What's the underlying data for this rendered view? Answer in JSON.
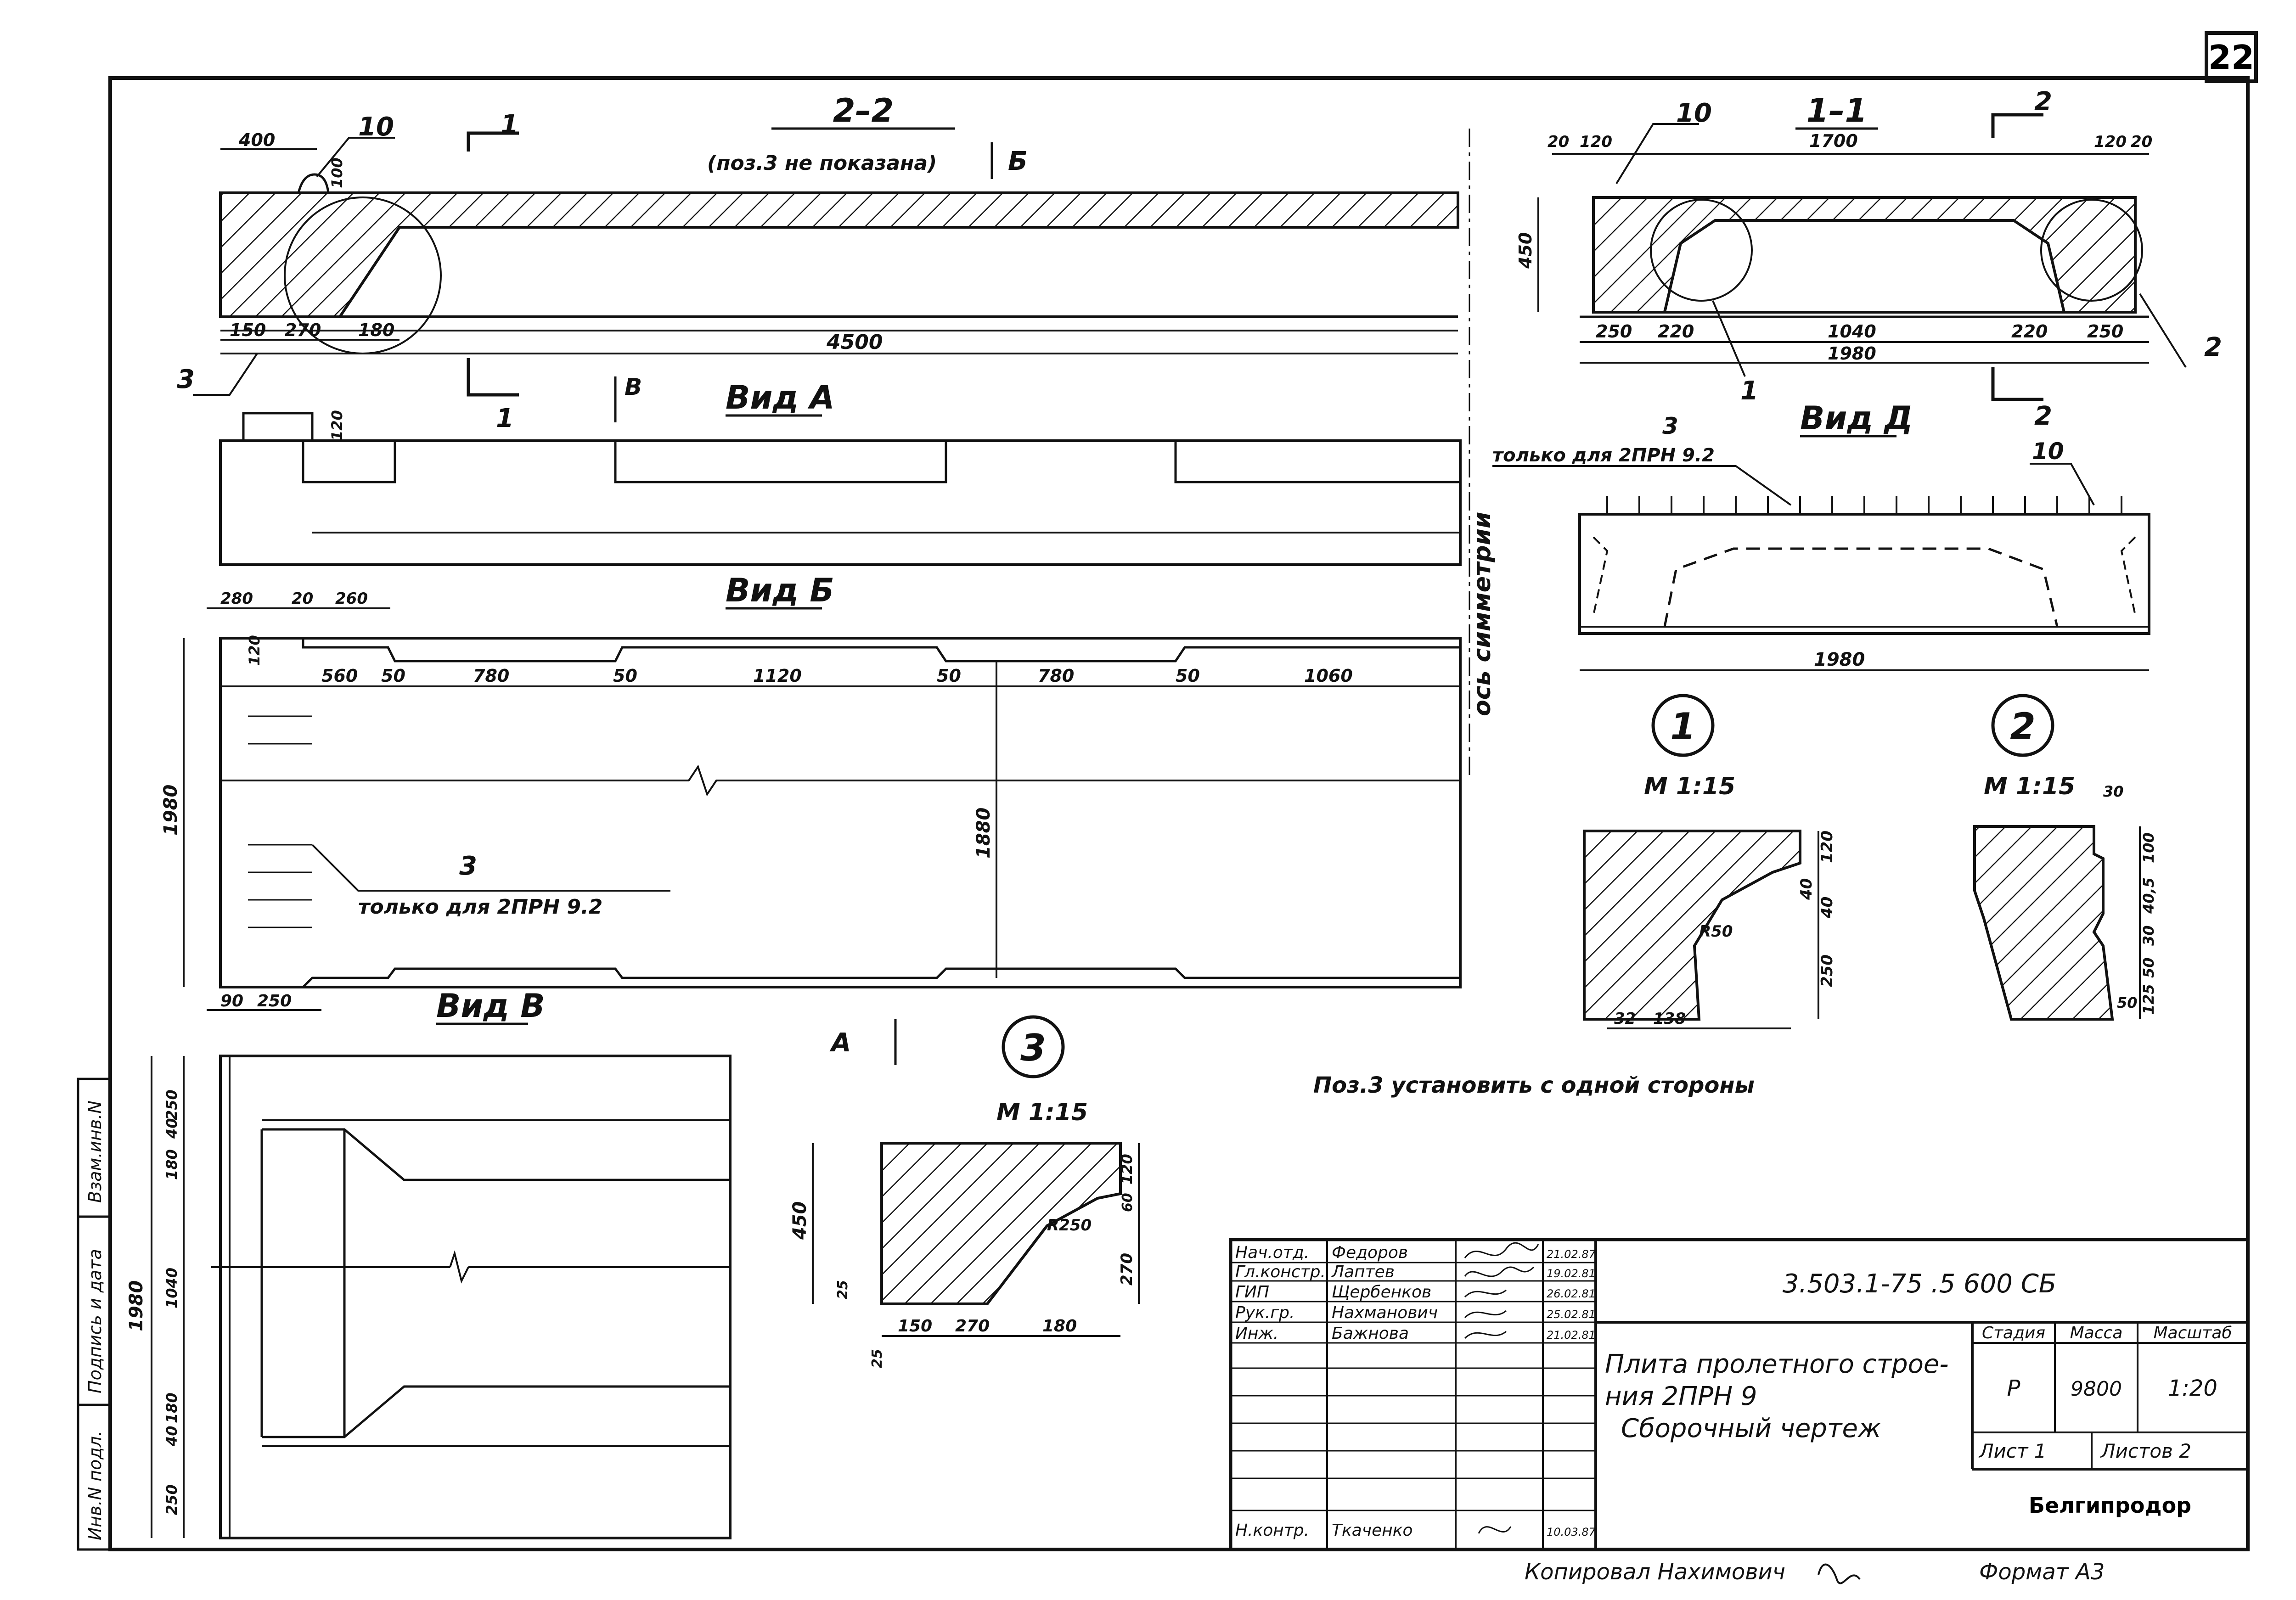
{
  "sheet_number": "22",
  "views": {
    "section_2_2": {
      "title": "2–2",
      "note": "(поз.3 не показана)",
      "cut_label_1": "1",
      "arrow_b": "Б",
      "leader_10": "10",
      "leader_3": "3",
      "dims": {
        "d400": "400",
        "d100": "100",
        "d150": "150",
        "d270": "270",
        "d180": "180",
        "d4500": "4500"
      }
    },
    "section_1_1": {
      "title": "1–1",
      "cut_label_2": "2",
      "leader_10": "10",
      "leader_1": "1",
      "leader_2": "2",
      "dims": {
        "d20a": "20",
        "d120a": "120",
        "d1700": "1700",
        "d120b": "120",
        "d20b": "20",
        "d450": "450",
        "d250a": "250",
        "d220a": "220",
        "d1040": "1040",
        "d220b": "220",
        "d250b": "250",
        "d1980": "1980"
      }
    },
    "view_a": {
      "title": "Вид А",
      "arrow_v": "В",
      "d120": "120",
      "axis": "ось симметрии"
    },
    "view_b": {
      "title": "Вид Б",
      "dims": {
        "d280": "280",
        "d20": "20",
        "d260": "260",
        "d120": "120",
        "d560": "560",
        "d50a": "50",
        "d780": "780",
        "d50b": "50",
        "d1120": "1120",
        "d50c": "50",
        "d780b": "780",
        "d50d": "50",
        "d1060": "1060",
        "d1980": "1980",
        "d1880": "1880",
        "d90": "90",
        "d250": "250"
      },
      "leader_3": "3",
      "note": "только для 2ПРН 9.2",
      "arrow_a": "А"
    },
    "view_d": {
      "title": "Вид Д",
      "leader_3": "3",
      "note": "только для 2ПРН 9.2",
      "leader_10": "10",
      "d1980": "1980"
    },
    "view_v": {
      "title": "Вид В",
      "dims": {
        "d250a": "250",
        "d40a": "40",
        "d180a": "180",
        "d1040": "1040",
        "d180b": "180",
        "d40b": "40",
        "d250b": "250",
        "d1980": "1980"
      }
    },
    "detail_1": {
      "marker": "1",
      "scale": "М 1:15",
      "dims": {
        "d120": "120",
        "d40": "40",
        "d40b": "40",
        "d250": "250",
        "r50": "R50",
        "d32": "32",
        "d138": "138"
      }
    },
    "detail_2": {
      "marker": "2",
      "scale": "М 1:15",
      "dims": {
        "d30": "30",
        "d100": "100",
        "d40": "40,5",
        "d30b": "30",
        "d50": "50",
        "d125": "125",
        "d50b": "50"
      }
    },
    "detail_3": {
      "marker": "3",
      "scale": "М 1:15",
      "dims": {
        "d450": "450",
        "d25a": "25",
        "d25b": "25",
        "d120": "120",
        "d60": "60",
        "r250": "R250",
        "d270": "270",
        "d150": "150",
        "d270b": "270",
        "d180": "180"
      }
    },
    "note_pos3": "Поз.3 установить с одной стороны"
  },
  "side_strip": {
    "cells": [
      "Взам.инв.N",
      "Подпись и дата",
      "Инв.N подл."
    ]
  },
  "title_block": {
    "code": "3.503.1-75 .5 600 СБ",
    "rows": [
      {
        "role": "Нач.отд.",
        "name": "Федоров",
        "date": "21.02.87"
      },
      {
        "role": "Гл.констр.",
        "name": "Лаптев",
        "date": "19.02.81"
      },
      {
        "role": "ГИП",
        "name": "Щербенков",
        "date": "26.02.81"
      },
      {
        "role": "Рук.гр.",
        "name": "Нахманович",
        "date": "25.02.81"
      },
      {
        "role": "Инж.",
        "name": "Бажнова",
        "date": "21.02.81"
      }
    ],
    "control": {
      "role": "Н.контр.",
      "name": "Ткаченко",
      "date": "10.03.87"
    },
    "title_lines": [
      "Плита пролетного строе-",
      "ния 2ПРН 9",
      "Сборочный чертеж"
    ],
    "headers": {
      "stage": "Стадия",
      "mass": "Масса",
      "scale": "Масштаб"
    },
    "values": {
      "stage": "Р",
      "mass": "9800",
      "scale": "1:20"
    },
    "sheet": "Лист 1",
    "sheets": "Листов 2",
    "org": "Белгипродор"
  },
  "footer": {
    "copied": "Копировал Нахимович",
    "format": "Формат А3"
  }
}
